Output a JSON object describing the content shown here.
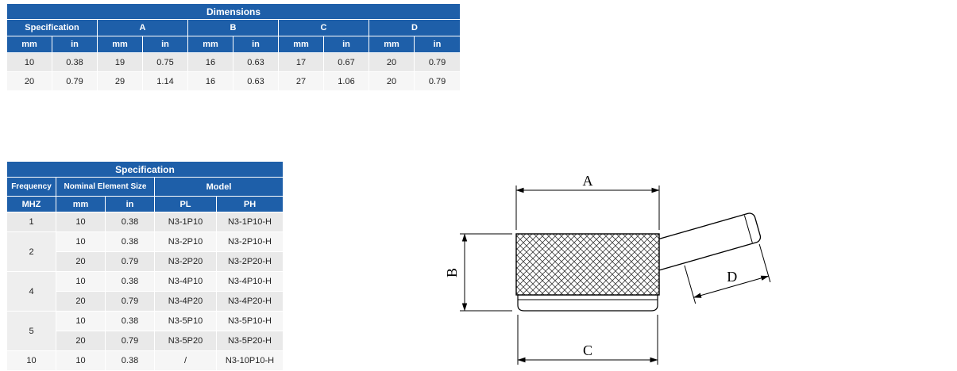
{
  "colors": {
    "header_blue": "#1e5fa9",
    "row_gray": "#e9e9e9",
    "row_light": "#f6f6f6",
    "text": "#222222"
  },
  "dimensions_table": {
    "title": "Dimensions",
    "spec_header": "Specification",
    "group_headers": [
      "A",
      "B",
      "C",
      "D"
    ],
    "unit_headers": [
      "mm",
      "in",
      "mm",
      "in",
      "mm",
      "in",
      "mm",
      "in",
      "mm",
      "in"
    ],
    "rows": [
      [
        "10",
        "0.38",
        "19",
        "0.75",
        "16",
        "0.63",
        "17",
        "0.67",
        "20",
        "0.79"
      ],
      [
        "20",
        "0.79",
        "29",
        "1.14",
        "16",
        "0.63",
        "27",
        "1.06",
        "20",
        "0.79"
      ]
    ]
  },
  "specification_table": {
    "title": "Specification",
    "headers": {
      "frequency": "Frequency",
      "nominal": "Nominal Element Size",
      "model": "Model"
    },
    "units": {
      "freq": "MHZ",
      "mm": "mm",
      "in": "in",
      "pl": "PL",
      "ph": "PH"
    },
    "rows": [
      {
        "freq": "1",
        "mm": "10",
        "in": "0.38",
        "pl": "N3-1P10",
        "ph": "N3-1P10-H"
      },
      {
        "freq": "2",
        "mm": "10",
        "in": "0.38",
        "pl": "N3-2P10",
        "ph": "N3-2P10-H"
      },
      {
        "mm": "20",
        "in": "0.79",
        "pl": "N3-2P20",
        "ph": "N3-2P20-H"
      },
      {
        "freq": "4",
        "mm": "10",
        "in": "0.38",
        "pl": "N3-4P10",
        "ph": "N3-4P10-H"
      },
      {
        "mm": "20",
        "in": "0.79",
        "pl": "N3-4P20",
        "ph": "N3-4P20-H"
      },
      {
        "freq": "5",
        "mm": "10",
        "in": "0.38",
        "pl": "N3-5P10",
        "ph": "N3-5P10-H"
      },
      {
        "mm": "20",
        "in": "0.79",
        "pl": "N3-5P20",
        "ph": "N3-5P20-H"
      },
      {
        "freq": "10",
        "mm": "10",
        "in": "0.38",
        "pl": "/",
        "ph": "N3-10P10-H"
      }
    ]
  },
  "drawing": {
    "labels": {
      "a": "A",
      "b": "B",
      "c": "C",
      "d": "D"
    }
  }
}
